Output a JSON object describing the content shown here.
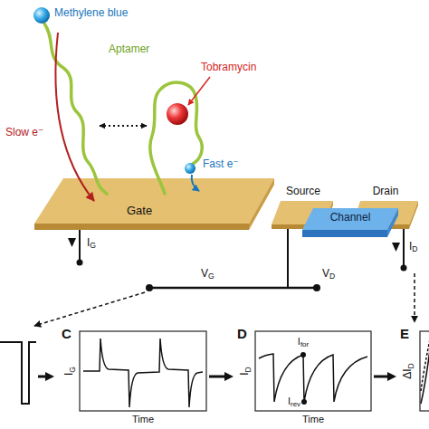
{
  "diagram": {
    "nodes": [
      {
        "text": [
          "Gate"
        ]
      },
      {
        "text": [
          "Source"
        ]
      },
      {
        "text": [
          "Drain"
        ]
      },
      {
        "text": [
          "Channel"
        ]
      },
      {
        "text": [
          "C",
          "IG",
          "Time"
        ]
      },
      {
        "text": [
          "D",
          "ID",
          "Time",
          "Ifor",
          "Irev"
        ]
      },
      {
        "text": [
          "E",
          "ΔID"
        ]
      }
    ],
    "edges": [
      {
        "from": 4,
        "to": 5,
        "arrow": "to"
      },
      {
        "from": 5,
        "to": 6,
        "arrow": "to"
      }
    ],
    "labels": [
      "Methylene blue",
      "Aptamer",
      "Tobramycin",
      "Slow e⁻",
      "Fast e⁻",
      "IG",
      "VG",
      "VD",
      "ID"
    ]
  }
}
